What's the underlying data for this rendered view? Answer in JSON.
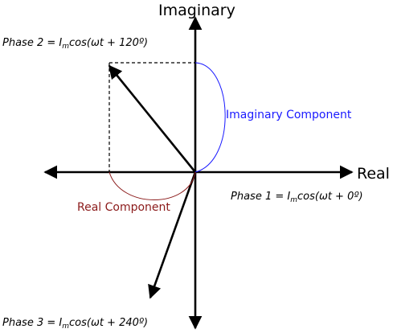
{
  "axes": {
    "imaginary_label": "Imaginary",
    "real_label": "Real"
  },
  "phases": [
    {
      "prefix": "Phase 1 = I",
      "subscript": "m",
      "suffix": "cos(ωt + 0º)",
      "angle_deg": 0
    },
    {
      "prefix": "Phase 2 = I",
      "subscript": "m",
      "suffix": "cos(ωt + 120º)",
      "angle_deg": 120
    },
    {
      "prefix": "Phase 3 = I",
      "subscript": "m",
      "suffix": "cos(ωt + 240º)",
      "angle_deg": 240
    }
  ],
  "components": {
    "imaginary": "Imaginary Component",
    "real": "Real Component"
  },
  "colors": {
    "axis": "#000000",
    "imaginary_component": "#1a1aff",
    "real_component": "#8b1a1a"
  }
}
